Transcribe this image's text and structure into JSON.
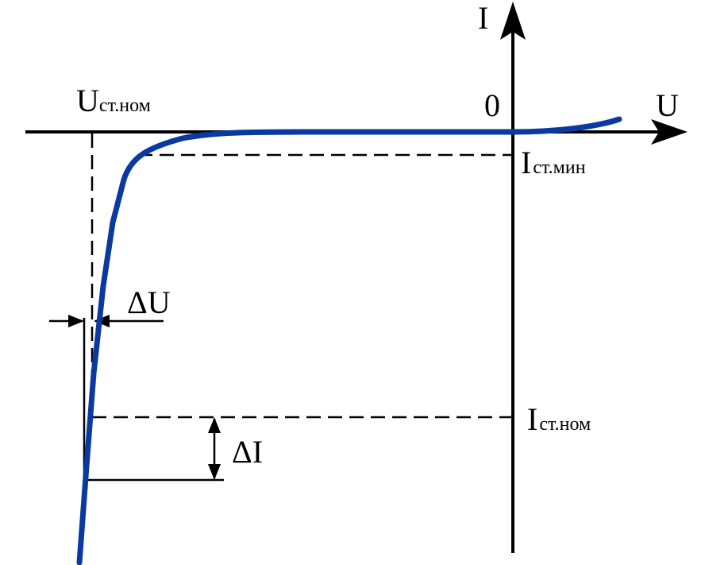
{
  "diagram": {
    "labels": {
      "i_axis": "I",
      "u_axis": "U",
      "origin": "0",
      "u_nom_main": "U",
      "u_nom_sub": "ст.ном",
      "i_min_main": "I",
      "i_min_sub": "ст.мин",
      "i_nom_main": "I",
      "i_nom_sub": "ст.ном",
      "delta_u": "ΔU",
      "delta_i": "ΔI"
    },
    "colors": {
      "curve": "#0a3aa0",
      "axes": "#000000",
      "guides": "#000000"
    }
  }
}
